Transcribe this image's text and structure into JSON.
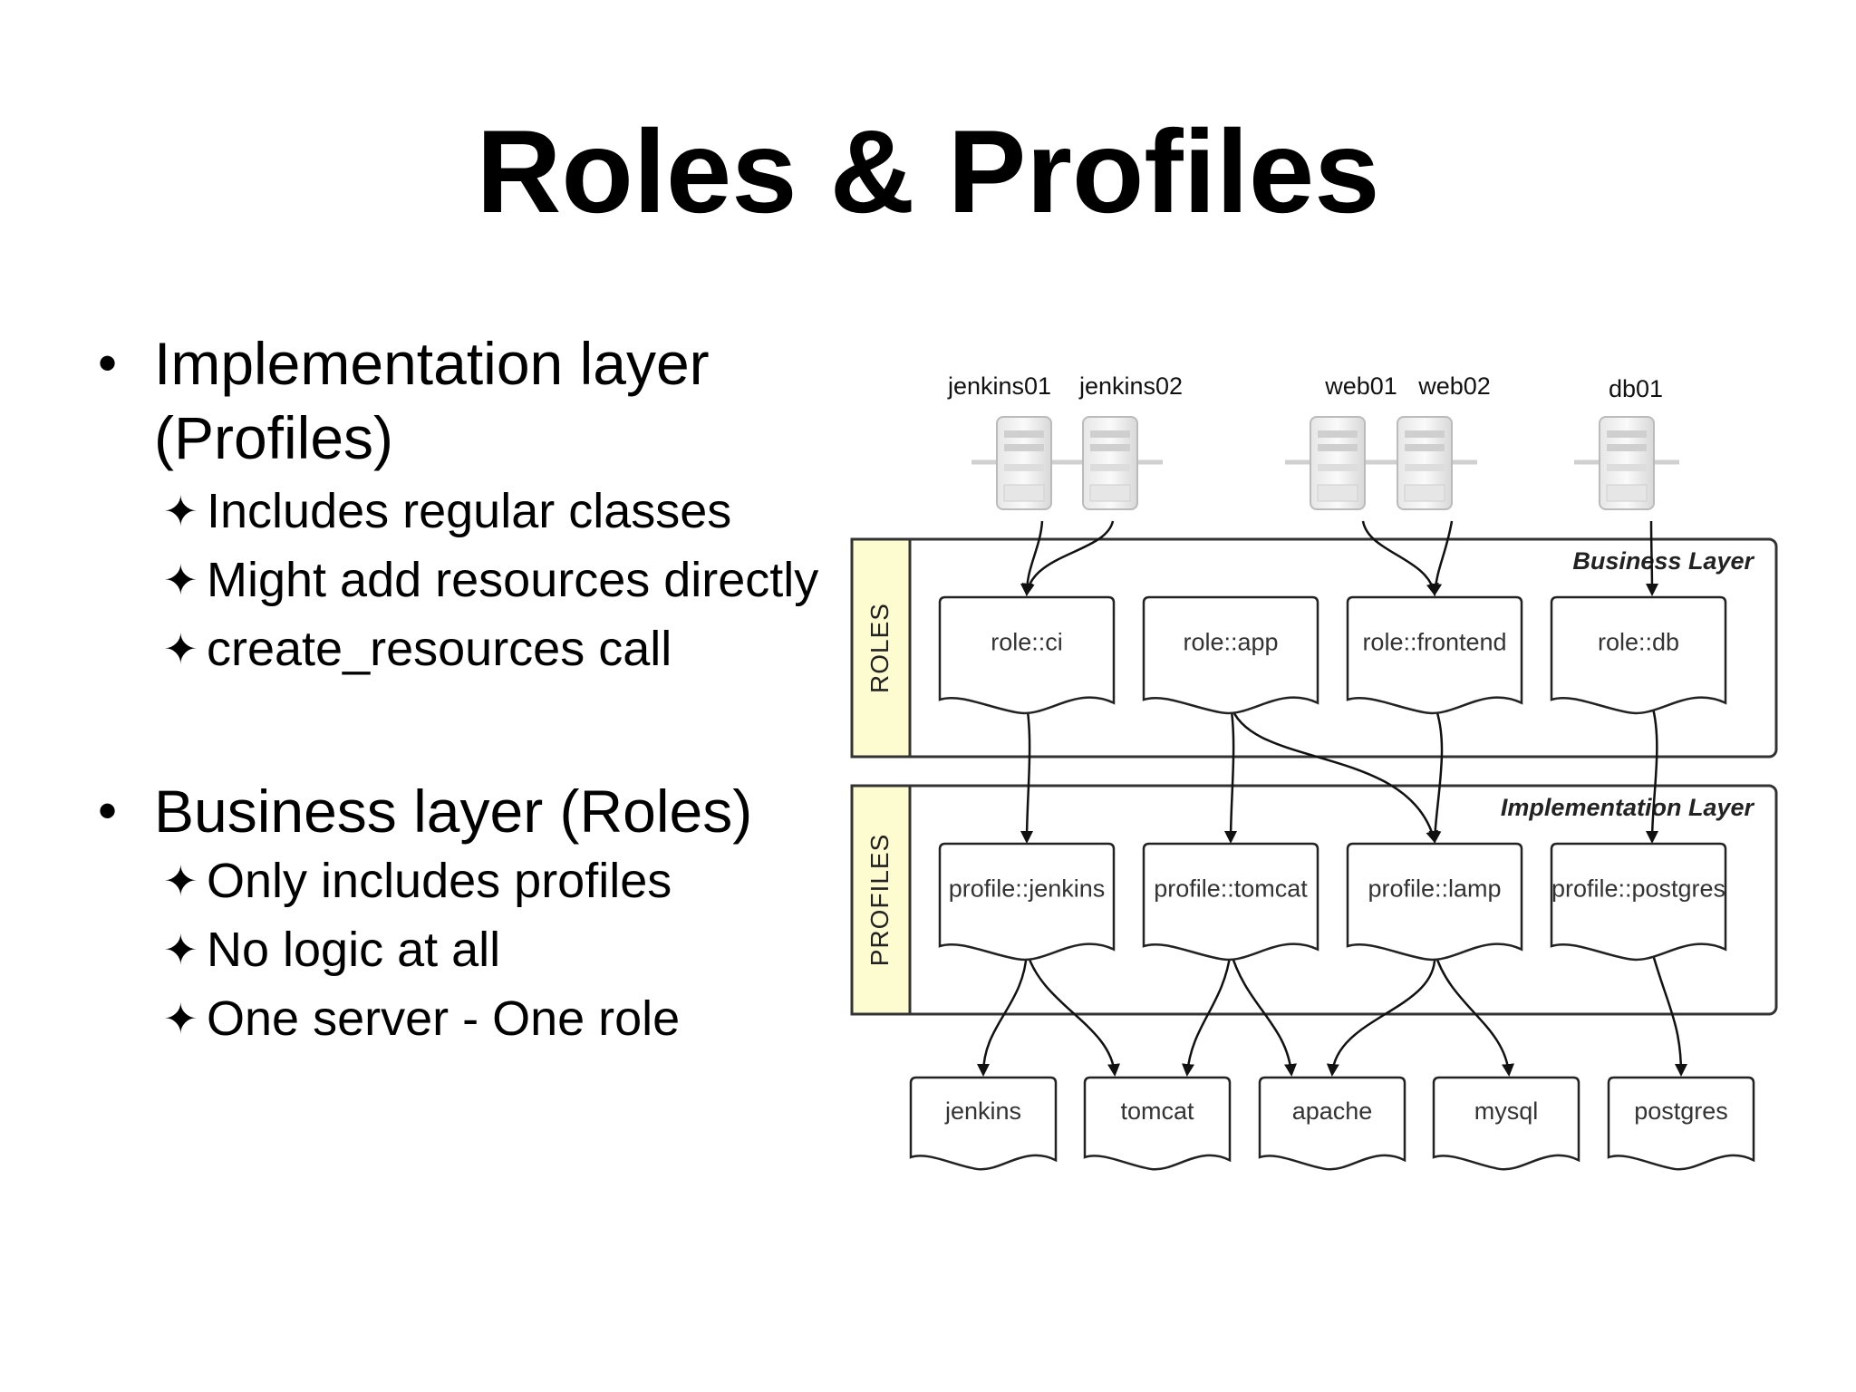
{
  "title": "Roles & Profiles",
  "bullets": [
    {
      "text_line1": "Implementation layer",
      "text_line2": "(Profiles)",
      "subs": [
        "Includes regular classes",
        "Might add resources directly",
        "create_resources call"
      ]
    },
    {
      "text_line1": "Business layer (Roles)",
      "subs": [
        "Only includes profiles",
        "No logic at all",
        "One server - One role"
      ]
    }
  ],
  "diagram": {
    "hosts": [
      "jenkins01",
      "jenkins02",
      "web01",
      "web02",
      "db01"
    ],
    "layers": {
      "business": "Business Layer",
      "implementation": "Implementation Layer",
      "roles_band": "ROLES",
      "profiles_band": "PROFILES"
    },
    "roles": [
      "role::ci",
      "role::app",
      "role::frontend",
      "role::db"
    ],
    "profiles": [
      "profile::jenkins",
      "profile::tomcat",
      "profile::lamp",
      "profile::postgres"
    ],
    "modules": [
      "jenkins",
      "tomcat",
      "apache",
      "mysql",
      "postgres"
    ],
    "colors": {
      "band_fill": "#fdfbd0",
      "stroke": "#333333"
    }
  }
}
